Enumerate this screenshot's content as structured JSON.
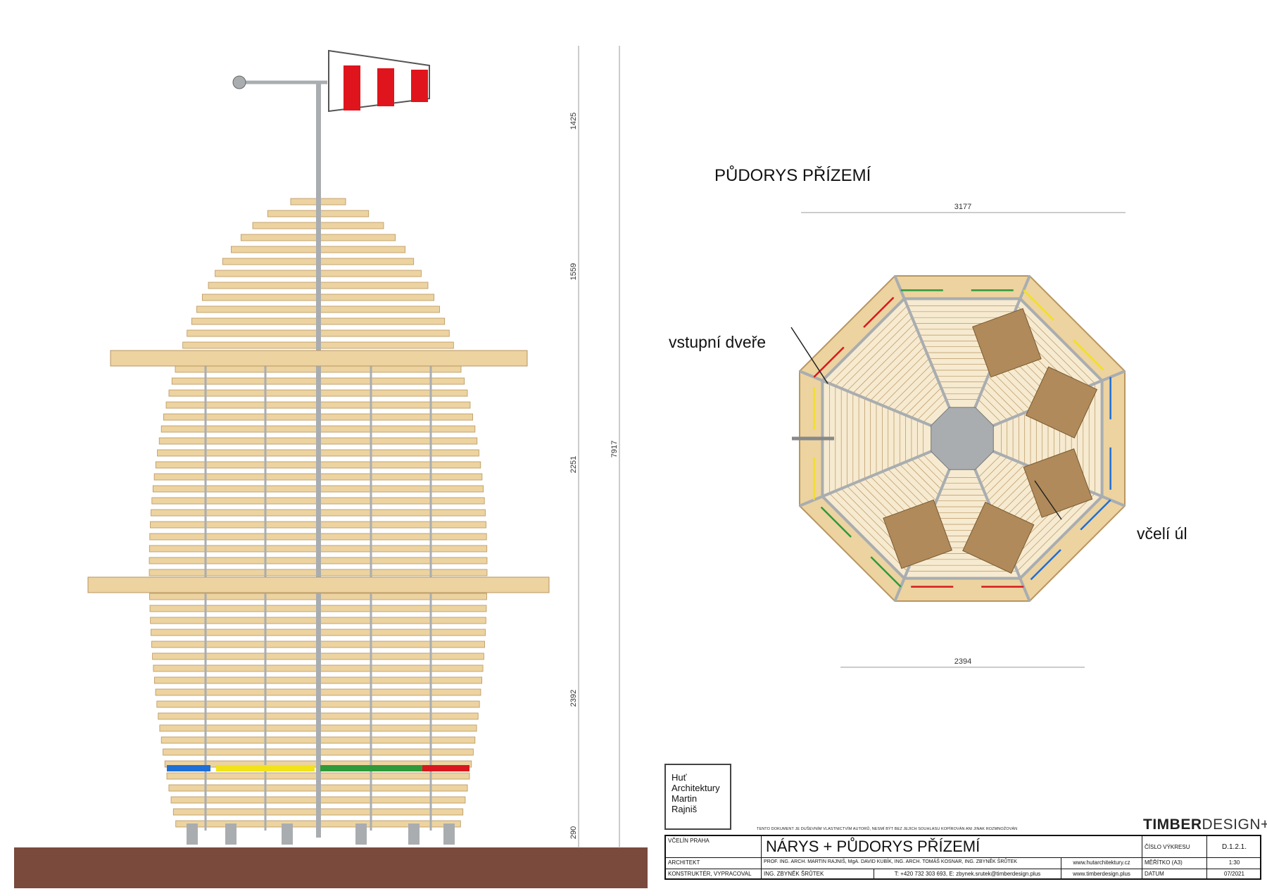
{
  "elevation": {
    "dimensions": [
      "1425",
      "1559",
      "2251",
      "2392",
      "290"
    ],
    "total_height": "7917"
  },
  "plan": {
    "title": "PŮDORYS PŘÍZEMÍ",
    "width_top": "3177",
    "width_bottom": "2394",
    "label_door": "vstupní dveře",
    "label_hive": "včelí úl"
  },
  "logo": {
    "lines": [
      "Huť",
      "Architektury",
      "Martin",
      "Rajniš"
    ]
  },
  "notice": "TENTO DOKUMENT JE DUŠEVNÍM VLASTNICTVÍM AUTORŮ, NESMÍ BÝT BEZ JEJICH SOUHLASU KOPÍROVÁN ANI JINAK ROZMNOŽOVÁN",
  "brand": {
    "bold": "TIMBER",
    "light": "DESIGN+"
  },
  "title_block": {
    "project": "VČELÍN PRAHA",
    "drawing_title": "NÁRYS + PŮDORYS PŘÍZEMÍ",
    "drawing_no_label": "ČÍSLO VÝKRESU",
    "drawing_no": "D.1.2.1.",
    "architect_label": "ARCHITEKT",
    "architects": "PROF. ING. ARCH. MARTIN RAJNIŠ, MgA. DAVID KUBÍK, ING. ARCH. TOMÁŠ KOSNAR, ING. ZBYNĚK ŠRŮTEK",
    "architect_web": "www.hutarchitektury.cz",
    "scale_label": "MĚŘÍTKO (A3)",
    "scale": "1:30",
    "engineer_label": "KONSTRUKTÉR, VYPRACOVAL",
    "engineer": "ING. ZBYNĚK ŠRŮTEK",
    "contact": "T: +420 732 303 693, E: zbynek.srutek@timberdesign.plus",
    "engineer_web": "www.timberdesign.plus",
    "date_label": "DATUM",
    "date": "07/2021"
  },
  "colors": {
    "wood": "#ecd3a0",
    "wood_edge": "#b89660",
    "steel": "#a9adb0",
    "ground": "#7a4a3d",
    "ply": "#b08a5a",
    "windsock_red": "#e0141c",
    "blue": "#1e6fd6",
    "yellow": "#f2e21a",
    "green": "#2e9a3a",
    "red": "#d8181e"
  }
}
